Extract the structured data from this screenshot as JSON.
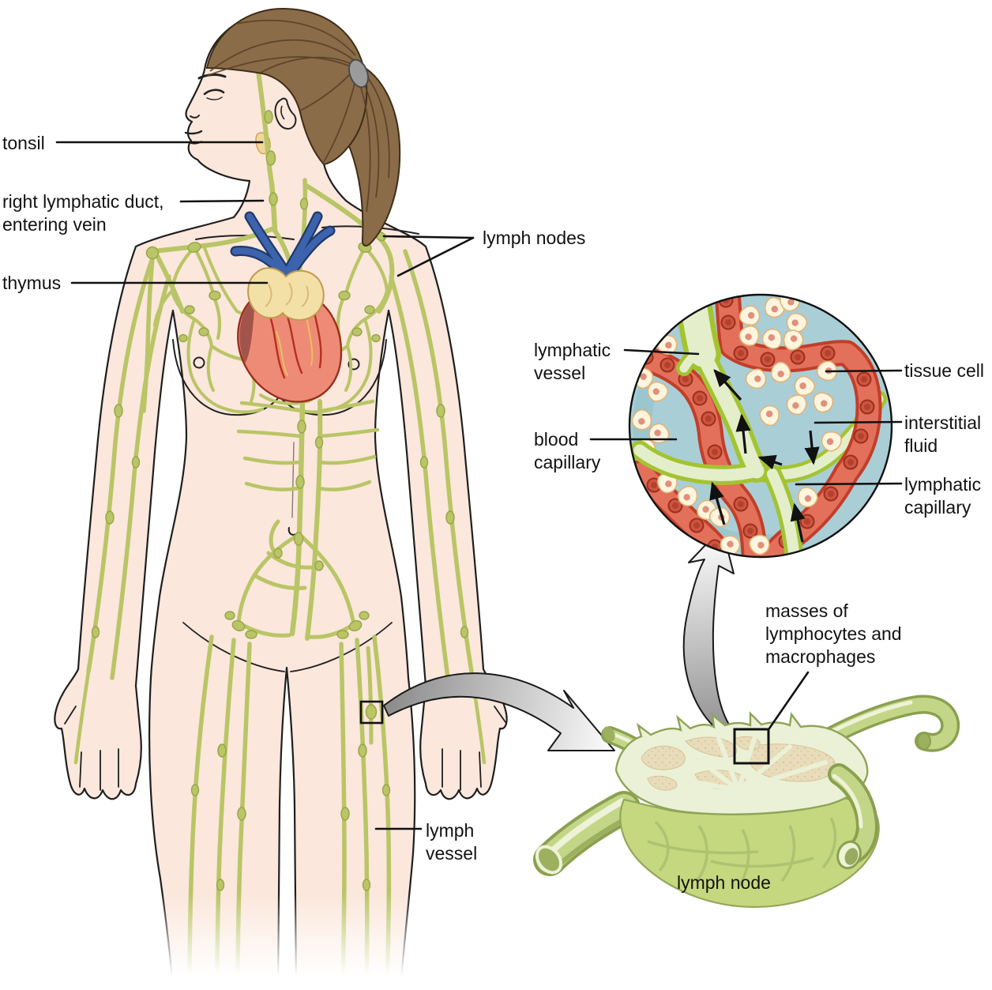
{
  "figure_labels": {
    "tonsil": "tonsil",
    "right_lymphatic_duct": "right lymphatic duct,\nentering vein",
    "thymus": "thymus",
    "lymph_nodes": "lymph nodes",
    "lymph_vessel": "lymph\nvessel"
  },
  "capillary_inset_labels": {
    "lymphatic_vessel": "lymphatic\nvessel",
    "blood_capillary": "blood\ncapillary",
    "tissue_cell": "tissue cell",
    "interstitial_fluid": "interstitial\nfluid",
    "lymphatic_capillary": "lymphatic\ncapillary"
  },
  "lymph_node_labels": {
    "masses_of_lymphocytes": "masses of\nlymphocytes and\nmacrophages",
    "lymph_node": "lymph node"
  },
  "colors": {
    "skin": "#fbe7db",
    "hair_brown": "#8a6c49",
    "lymph_vessel_green": "#b9c566",
    "heart_red": "#ee8b76",
    "thymus_yellow": "#f3e0a6",
    "vein_blue": "#3d63ad",
    "interstitial_teal": "#a9ced6",
    "blood_capillary_red": "#e2705a",
    "tissue_cell_cream": "#fdf5dd",
    "lymph_capillary_green": "#a3c431",
    "lymph_node_green": "#c6d87f"
  }
}
